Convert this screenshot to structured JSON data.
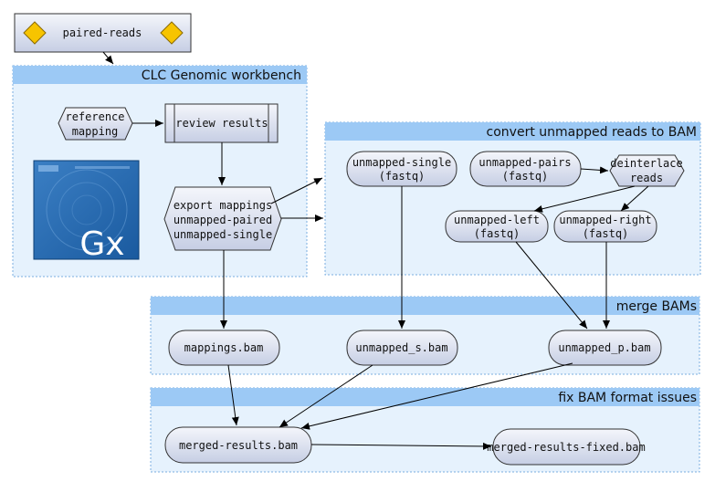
{
  "top_node": {
    "label": "paired-reads"
  },
  "panels": {
    "clc": {
      "title": "CLC Genomic workbench"
    },
    "convert": {
      "title": "convert unmapped reads to BAM"
    },
    "merge": {
      "title": "merge BAMs"
    },
    "fix": {
      "title": "fix BAM format issues"
    }
  },
  "nodes": {
    "reference_mapping": {
      "lines": [
        "reference",
        "mapping"
      ]
    },
    "review_results": {
      "label": "review results"
    },
    "export_mappings": {
      "lines": [
        "export mappings",
        "unmapped-paired",
        "unmapped-single"
      ]
    },
    "unmapped_single": {
      "lines": [
        "unmapped-single",
        "(fastq)"
      ]
    },
    "unmapped_pairs": {
      "lines": [
        "unmapped-pairs",
        "(fastq)"
      ]
    },
    "deinterlace": {
      "lines": [
        "deinterlace",
        "reads"
      ]
    },
    "unmapped_left": {
      "lines": [
        "unmapped-left",
        "(fastq)"
      ]
    },
    "unmapped_right": {
      "lines": [
        "unmapped-right",
        "(fastq)"
      ]
    },
    "mappings_bam": {
      "label": "mappings.bam"
    },
    "unmapped_s_bam": {
      "label": "unmapped_s.bam"
    },
    "unmapped_p_bam": {
      "label": "unmapped_p.bam"
    },
    "merged_results": {
      "label": "merged-results.bam"
    },
    "merged_fixed": {
      "label": "merged-results-fixed.bam"
    }
  },
  "logo": {
    "text": "Gx",
    "icon": "clc-genomics-workbench-logo"
  },
  "colors": {
    "panel_fill": "#e6f2fd",
    "panel_border": "#7aaee0",
    "panel_header": "#9cc9f5",
    "node_fill_top": "#f2f4fa",
    "node_fill_bottom": "#c9d1e6",
    "node_stroke": "#333333",
    "diamond": "#f7c400"
  }
}
